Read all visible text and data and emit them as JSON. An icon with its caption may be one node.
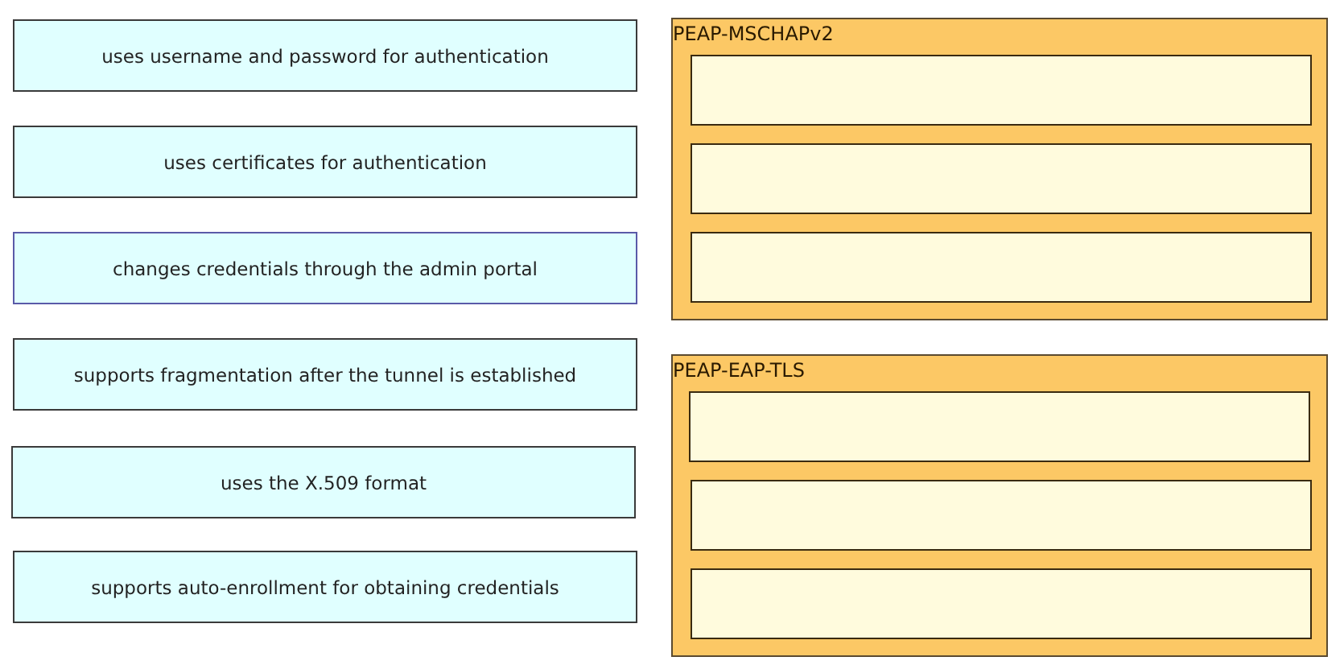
{
  "diagram": {
    "nodes": [
      {
        "text": [
          "uses username and password for authentication"
        ]
      },
      {
        "text": [
          "uses certificates for authentication"
        ]
      },
      {
        "text": [
          "changes credentials through the admin portal"
        ]
      },
      {
        "text": [
          "supports fragmentation after the tunnel is established"
        ]
      },
      {
        "text": [
          "uses the X.509 format"
        ]
      },
      {
        "text": [
          "supports auto-enrollment for obtaining credentials"
        ]
      },
      {
        "text": [
          "PEAP-MSCHAPv2"
        ]
      },
      {
        "text": [],
        "shape": "box",
        "in": 6
      },
      {
        "text": [],
        "shape": "box",
        "in": 6
      },
      {
        "text": [],
        "shape": "box",
        "in": 6
      },
      {
        "text": [
          "PEAP-EAP-TLS"
        ]
      },
      {
        "text": [],
        "shape": "box",
        "in": 10
      },
      {
        "text": [],
        "shape": "box",
        "in": 10
      },
      {
        "text": [],
        "shape": "box",
        "in": 10
      }
    ]
  }
}
